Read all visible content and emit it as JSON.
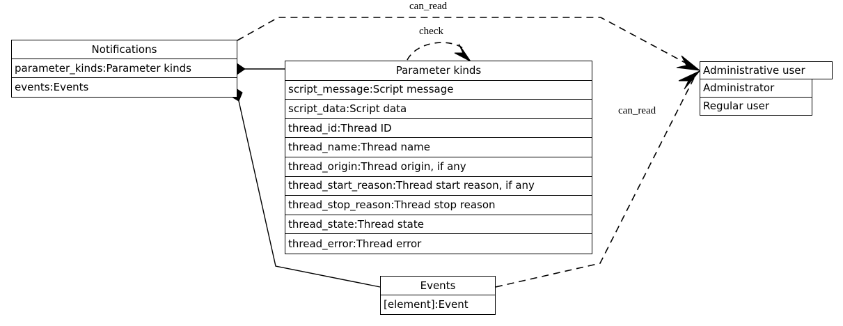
{
  "diagram": {
    "type": "uml-class-diagram",
    "background": "#ffffff",
    "line_color": "#000000"
  },
  "nodes": {
    "notifications": {
      "title": "Notifications",
      "attributes": [
        "parameter_kinds:Parameter kinds",
        "events:Events"
      ]
    },
    "parameter_kinds": {
      "title": "Parameter kinds",
      "attributes": [
        "script_message:Script message",
        "script_data:Script data",
        "thread_id:Thread ID",
        "thread_name:Thread name",
        "thread_origin:Thread origin, if any",
        "thread_start_reason:Thread start reason, if any",
        "thread_stop_reason:Thread stop reason",
        "thread_state:Thread state",
        "thread_error:Thread error"
      ]
    },
    "administrative_user": {
      "title": "Administrative user",
      "attributes": [
        "Administrator",
        "Regular user"
      ]
    },
    "events": {
      "title": "Events",
      "attributes": [
        "[element]:Event"
      ]
    }
  },
  "edges": [
    {
      "id": "edge-notifications-can-read-admin",
      "label": "can_read",
      "style": "dashed",
      "from": "notifications",
      "to": "administrative_user",
      "arrow": "open"
    },
    {
      "id": "edge-parameter-kinds-check",
      "label": "check",
      "style": "dashed",
      "from": "parameter_kinds",
      "to": "parameter_kinds",
      "arrow": "open"
    },
    {
      "id": "edge-events-can-read-admin",
      "label": "can_read",
      "style": "dashed",
      "from": "events",
      "to": "administrative_user",
      "arrow": "open"
    },
    {
      "id": "edge-notifications-parameter-kinds",
      "label": "",
      "style": "solid",
      "from": "notifications",
      "to": "parameter_kinds",
      "arrow": "composition-diamond"
    },
    {
      "id": "edge-notifications-events",
      "label": "",
      "style": "solid",
      "from": "notifications",
      "to": "events",
      "arrow": "composition-diamond"
    }
  ],
  "labels": {
    "can_read_top": "can_read",
    "check": "check",
    "can_read_right": "can_read"
  }
}
